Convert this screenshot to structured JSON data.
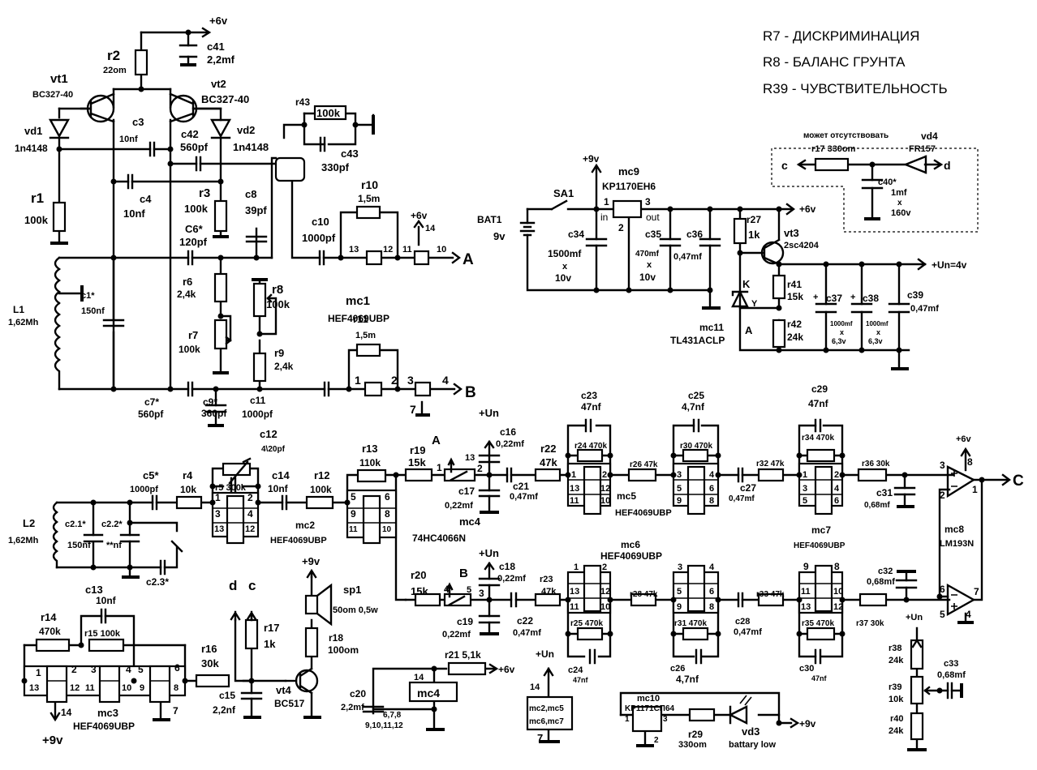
{
  "legend": {
    "r7": "R7 - ДИСКРИМИНАЦИЯ",
    "r8": "R8 - БАЛАНС ГРУНТА",
    "r39": "R39 - ЧУВСТВИТЕЛЬНОСТЬ"
  },
  "rails": {
    "p6v": "+6v",
    "p9v": "+9v",
    "un": "+Un",
    "un4": "+Un=4v"
  },
  "nets": {
    "A": "A",
    "B": "B",
    "C": "C",
    "c": "c",
    "d": "d"
  },
  "tx": {
    "r2": [
      "r2",
      "22om"
    ],
    "c41": [
      "c41",
      "2,2mf"
    ],
    "vt1": [
      "vt1",
      "BC327-40"
    ],
    "vt2": [
      "vt2",
      "BC327-40"
    ],
    "vd1": [
      "vd1",
      "1n4148"
    ],
    "vd2": [
      "vd2",
      "1n4148"
    ],
    "c3": [
      "c3",
      "10nf"
    ],
    "c42": [
      "c42",
      "560pf"
    ],
    "c4": [
      "c4",
      "10nf"
    ],
    "r1": [
      "r1",
      "100k"
    ],
    "r3": [
      "r3",
      "100k"
    ],
    "c8": [
      "c8",
      "39pf"
    ],
    "c6": [
      "C6*",
      "120pf"
    ],
    "r43": [
      "r43",
      "100k"
    ],
    "c43": [
      "c43",
      "330pf"
    ],
    "r10": [
      "r10",
      "1,5m"
    ],
    "c10": [
      "c10",
      "1000pf"
    ],
    "L1": [
      "L1",
      "1,62Mh"
    ],
    "c1": [
      "c1*",
      "150nf"
    ],
    "r6": [
      "r6",
      "2,4k"
    ],
    "r7": [
      "r7",
      "100k"
    ],
    "r8": [
      "r8",
      "100k"
    ],
    "r9": [
      "r9",
      "2,4k"
    ],
    "mc1": [
      "mc1",
      "HEF4069UBP"
    ],
    "r11": [
      "r11",
      "1,5m"
    ],
    "c7": [
      "c7*",
      "560pf"
    ],
    "c9": [
      "c9*",
      "360pf"
    ],
    "c11": [
      "c11",
      "1000pf"
    ],
    "mc1_pins_top": [
      "13",
      "12",
      "11",
      "10",
      "14"
    ],
    "mc1_pins_bot": [
      "1",
      "2",
      "3",
      "4",
      "7"
    ]
  },
  "power": {
    "bat1": [
      "BAT1",
      "9v"
    ],
    "sa1": "SA1",
    "mc9": [
      "mc9",
      "KP1170EH6"
    ],
    "mc9_pins": [
      "1",
      "3",
      "2",
      "in",
      "out"
    ],
    "c34": [
      "c34",
      "1500mf",
      "x",
      "10v"
    ],
    "c35": [
      "c35",
      "470mf",
      "x",
      "10v"
    ],
    "c36": [
      "c36",
      "0,47mf"
    ],
    "r27": [
      "r27",
      "1k"
    ],
    "vt3": [
      "vt3",
      "2sc4204"
    ],
    "r41": [
      "r41",
      "15k"
    ],
    "r42": [
      "r42",
      "24k"
    ],
    "mc11": [
      "mc11",
      "TL431ACLP"
    ],
    "mc11_pins": [
      "K",
      "Y",
      "A"
    ],
    "c37": [
      "c37",
      "1000mf",
      "x",
      "6,3v"
    ],
    "c38": [
      "c38",
      "1000mf",
      "x",
      "6,3v"
    ],
    "c39": [
      "c39",
      "0,47mf"
    ]
  },
  "optional": {
    "note": "может отсутствовать",
    "vd4": [
      "vd4",
      "FR157"
    ],
    "r17": "r17 330om",
    "c40": [
      "c40*",
      "1mf",
      "x",
      "160v"
    ]
  },
  "rx": {
    "L2": [
      "L2",
      "1,62Mh"
    ],
    "c21": [
      "c2.1*",
      "150nf"
    ],
    "c22": [
      "c2.2*",
      "**nf"
    ],
    "c23": "c2.3*",
    "c5": [
      "c5*",
      "1000pf"
    ],
    "r4": [
      "r4",
      "10k"
    ],
    "c12": [
      "c12",
      "4\\20pf"
    ],
    "r5": "r5 300k",
    "c14": [
      "c14",
      "10nf"
    ],
    "r12": [
      "r12",
      "100k"
    ],
    "mc2": [
      "mc2",
      "HEF4069UBP"
    ],
    "r13": [
      "r13",
      "110k"
    ],
    "mc2_pins_a": [
      "1",
      "2",
      "3",
      "4",
      "13",
      "12"
    ],
    "mc2_pins_b": [
      "5",
      "6",
      "9",
      "8",
      "11",
      "10"
    ]
  },
  "filt": {
    "r19": [
      "r19",
      "15k"
    ],
    "r20": [
      "r20",
      "15k"
    ],
    "mc4": [
      "mc4",
      "74HC4066N"
    ],
    "sw_a_pins": [
      "1",
      "13",
      "2"
    ],
    "sw_b_pins": [
      "4",
      "5",
      "3"
    ],
    "c16": [
      "c16",
      "0,22mf"
    ],
    "c17": [
      "c17",
      "0,22mf"
    ],
    "c18": [
      "c18",
      "0,22mf"
    ],
    "c19": [
      "c19",
      "0,22mf"
    ],
    "c21": [
      "c21",
      "0,47mf"
    ],
    "c22": [
      "c22",
      "0,47mf"
    ],
    "r22": [
      "r22",
      "47k"
    ],
    "r23": [
      "r23",
      "47k"
    ],
    "c23": [
      "c23",
      "47nf"
    ],
    "r24": "r24 470k",
    "r25": "r25 470k",
    "c24": [
      "c24",
      "47nf"
    ],
    "mc5": [
      "mc5",
      "HEF4069UBP"
    ],
    "mc6": [
      "mc6",
      "HEF4069UBP"
    ],
    "mc7": [
      "mc7",
      "HEF4069UBP"
    ],
    "r26": "r26 47k",
    "r28": "r28 47k",
    "c25": [
      "c25",
      "4,7nf"
    ],
    "r30": "r30 470k",
    "r31": "r31 470k",
    "c26": [
      "c26",
      "4,7nf"
    ],
    "c27": [
      "c27",
      "0,47mf"
    ],
    "c28": [
      "c28",
      "0,47mf"
    ],
    "r32": "r32 47k",
    "r33": "r33 47k",
    "c29": [
      "c29",
      "47nf"
    ],
    "r34": "r34 470k",
    "r35": "r35 470k",
    "c30": [
      "c30",
      "47nf"
    ],
    "r36": "r36 30k",
    "r37": "r37 30k",
    "c31": [
      "c31",
      "0,68mf"
    ],
    "c32": [
      "c32",
      "0,68mf"
    ],
    "mc8": [
      "mc8",
      "LM193N"
    ],
    "mc8_pins": [
      "3",
      "2",
      "1",
      "8",
      "6",
      "5",
      "7",
      "4"
    ],
    "r38": [
      "r38",
      "24k"
    ],
    "r39": [
      "r39",
      "10k"
    ],
    "r40": [
      "r40",
      "24k"
    ],
    "c33": [
      "c33",
      "0,68mf"
    ],
    "pins5a": [
      "1",
      "2",
      "13",
      "12",
      "11",
      "10"
    ],
    "pins5b": [
      "3",
      "4",
      "5",
      "6",
      "9",
      "8"
    ],
    "pins7a": [
      "1",
      "2",
      "3",
      "4",
      "5",
      "6"
    ],
    "pins7b": [
      "9",
      "8",
      "11",
      "10",
      "13",
      "12"
    ]
  },
  "audio": {
    "r14": [
      "r14",
      "470k"
    ],
    "c13": [
      "c13",
      "10nf"
    ],
    "r15": "r15 100k",
    "mc3": [
      "mc3",
      "HEF4069UBP"
    ],
    "mc3_pins": [
      "1",
      "2",
      "3",
      "4",
      "5",
      "6",
      "13",
      "12",
      "11",
      "10",
      "9",
      "8",
      "14",
      "7"
    ],
    "r16": [
      "r16",
      "30k"
    ],
    "r17": [
      "r17",
      "1k"
    ],
    "c15": [
      "c15",
      "2,2nf"
    ],
    "vt4": [
      "vt4",
      "BC517"
    ],
    "sp1": [
      "sp1",
      "50om 0,5w"
    ],
    "r18": [
      "r18",
      "100om"
    ],
    "r21": "r21 5,1k",
    "c20": [
      "c20",
      "2,2mf"
    ],
    "mc4": "mc4",
    "mc4_pins": [
      "14",
      "6,7,8",
      "9,10,11,12"
    ],
    "pwr_box": [
      "mc2,mc5",
      "mc6,mc7"
    ],
    "pwr_pins": [
      "14",
      "7"
    ],
    "mc10": [
      "mc10",
      "KP1171CП64"
    ],
    "mc10_pins": [
      "1",
      "3",
      "2"
    ],
    "r29": [
      "r29",
      "330om"
    ],
    "vd3": [
      "vd3",
      "battary low"
    ]
  }
}
